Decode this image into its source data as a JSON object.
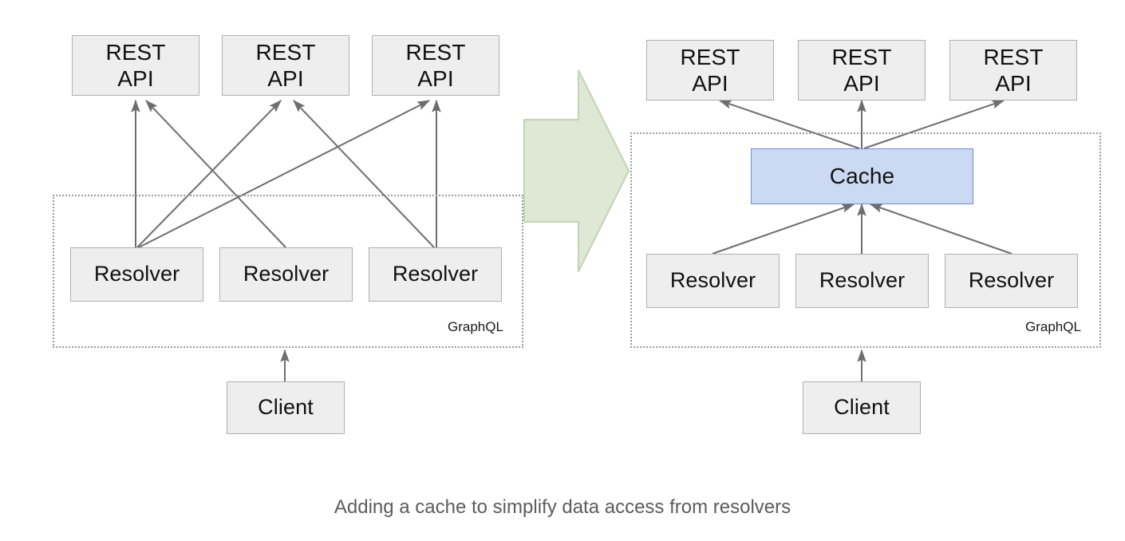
{
  "caption": "Adding a cache to simplify data access from resolvers",
  "colors": {
    "node_fill": "#eeeeee",
    "node_border": "#b0b0b0",
    "cache_fill": "#ccd9f2",
    "cache_border": "#6c8ed4",
    "arrow_stroke": "#6e6e6e",
    "group_border": "#9a9a9a",
    "big_arrow_fill": "#dfe8d5",
    "big_arrow_border": "#c4d3b3",
    "caption_color": "#5c5c5c",
    "background": "#ffffff"
  },
  "left_diagram": {
    "rest_apis": [
      {
        "line1": "REST",
        "line2": "API"
      },
      {
        "line1": "REST",
        "line2": "API"
      },
      {
        "line1": "REST",
        "line2": "API"
      }
    ],
    "resolvers": [
      {
        "label": "Resolver"
      },
      {
        "label": "Resolver"
      },
      {
        "label": "Resolver"
      }
    ],
    "group_label": "GraphQL",
    "client": {
      "label": "Client"
    }
  },
  "transition_arrow": {
    "name": "right-arrow",
    "direction": "right"
  },
  "right_diagram": {
    "rest_apis": [
      {
        "line1": "REST",
        "line2": "API"
      },
      {
        "line1": "REST",
        "line2": "API"
      },
      {
        "line1": "REST",
        "line2": "API"
      }
    ],
    "cache": {
      "label": "Cache"
    },
    "resolvers": [
      {
        "label": "Resolver"
      },
      {
        "label": "Resolver"
      },
      {
        "label": "Resolver"
      }
    ],
    "group_label": "GraphQL",
    "client": {
      "label": "Client"
    }
  }
}
